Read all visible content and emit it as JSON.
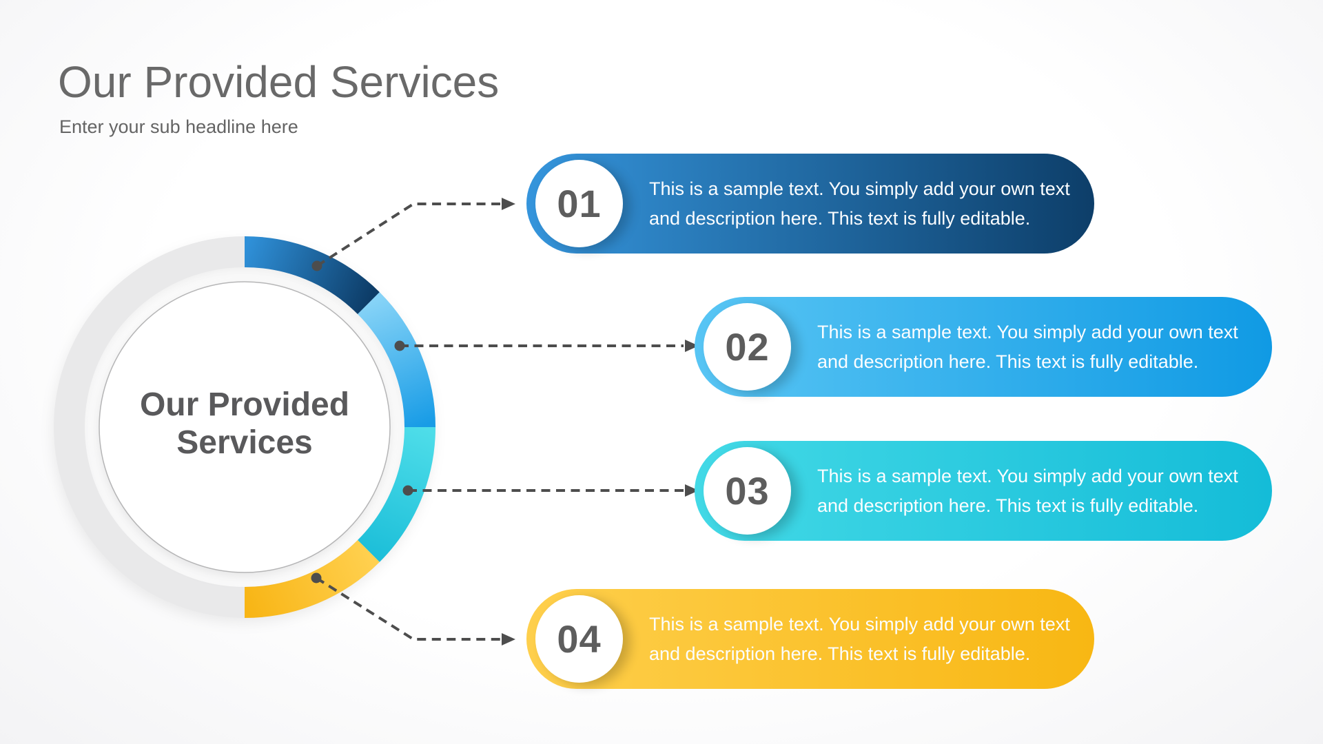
{
  "header": {
    "title": "Our Provided Services",
    "subtitle": "Enter your sub headline here"
  },
  "donut": {
    "center_label": "Our Provided Services",
    "track_color": "#e9e9ea",
    "segments": [
      {
        "label": "01",
        "start": "#2f90d8",
        "end": "#0d3c67"
      },
      {
        "label": "02",
        "start": "#86d3f7",
        "end": "#189ce6"
      },
      {
        "label": "03",
        "start": "#4edde9",
        "end": "#1dbfd9"
      },
      {
        "label": "04",
        "start": "#ffd04f",
        "end": "#f8b515"
      }
    ]
  },
  "connectors": {
    "color": "#4d4d4d",
    "style": "dashed",
    "tip": "arrow"
  },
  "items": [
    {
      "number": "01",
      "line1": "This is a sample text. You simply add your own text",
      "line2": "and description here. This text is fully editable.",
      "color_start": "#3595dc",
      "color_end": "#0d3e69",
      "bevel_start": "#1d5c91",
      "bevel_end": "#09294a"
    },
    {
      "number": "02",
      "line1": "This is a sample text. You simply add your own text",
      "line2": "and description here. This text is fully editable.",
      "color_start": "#58c5f4",
      "color_end": "#109ae4",
      "bevel_start": "#3b93c4",
      "bevel_end": "#0c71a8"
    },
    {
      "number": "03",
      "line1": "This is a sample text. You simply add your own text",
      "line2": "and description here. This text is fully editable.",
      "color_start": "#43d9e6",
      "color_end": "#14bcd8",
      "bevel_start": "#2ba4b5",
      "bevel_end": "#0f8ea3"
    },
    {
      "number": "04",
      "line1": "This is a sample text. You simply add your own text",
      "line2": "and description here. This text is fully editable.",
      "color_start": "#fecf4c",
      "color_end": "#f8b713",
      "bevel_start": "#d2a21d",
      "bevel_end": "#c18c10"
    }
  ]
}
